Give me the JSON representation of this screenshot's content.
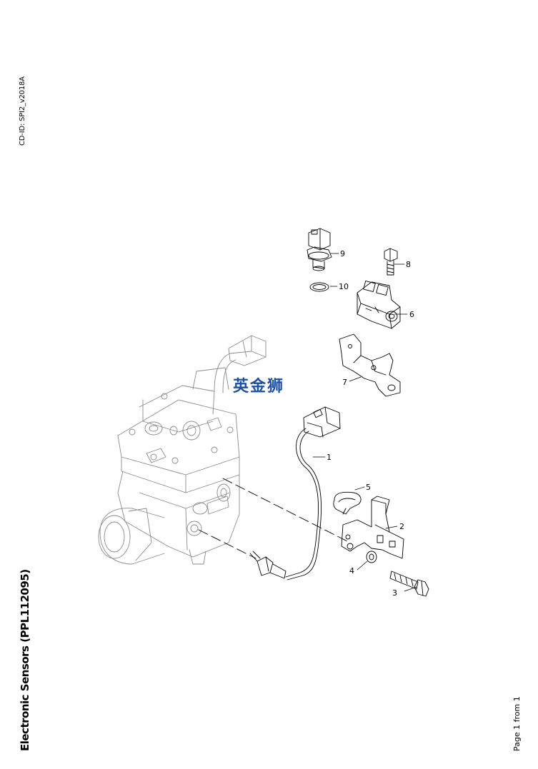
{
  "header": {
    "cd_id": "CD-ID: SPI2_v2018A"
  },
  "title": "Electronic Sensors (PPL112095)",
  "footer": {
    "page": "Page 1 from 1"
  },
  "watermark": "英金狮",
  "diagram": {
    "callouts": [
      {
        "id": "1",
        "label": "1"
      },
      {
        "id": "2",
        "label": "2"
      },
      {
        "id": "3",
        "label": "3"
      },
      {
        "id": "4",
        "label": "4"
      },
      {
        "id": "5",
        "label": "5"
      },
      {
        "id": "6",
        "label": "6"
      },
      {
        "id": "7",
        "label": "7"
      },
      {
        "id": "8",
        "label": "8"
      },
      {
        "id": "9",
        "label": "9"
      },
      {
        "id": "10",
        "label": "10"
      }
    ]
  }
}
